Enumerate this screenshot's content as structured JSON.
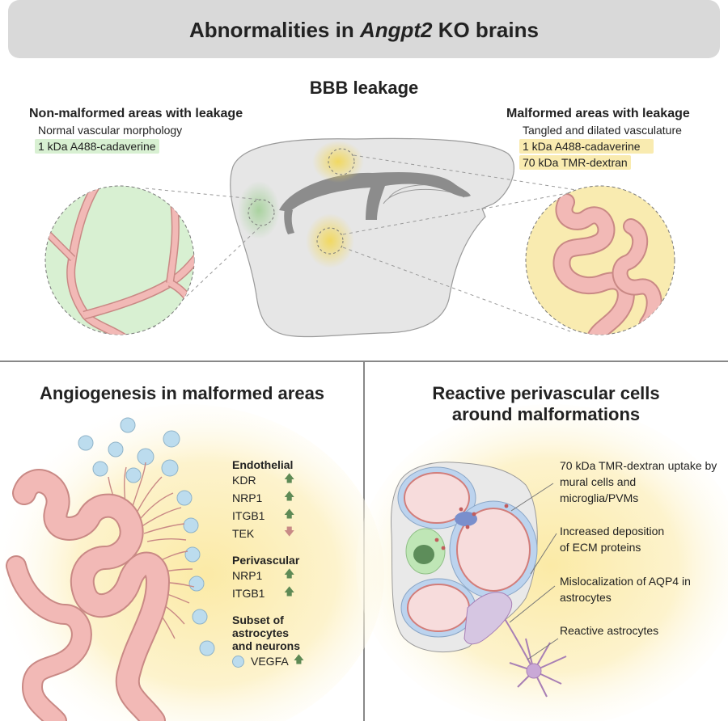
{
  "title": {
    "prefix": "Abnormalities in ",
    "gene": "Angpt2",
    "suffix": " KO brains"
  },
  "bbb": {
    "heading": "BBB leakage",
    "left": {
      "heading": "Non-malformed areas with leakage",
      "desc": "Normal vascular morphology",
      "tracer": "1 kDa A488-cadaverine"
    },
    "right": {
      "heading": "Malformed areas with leakage",
      "desc": "Tangled and dilated vasculature",
      "tracer1": "1 kDa A488-cadaverine",
      "tracer2": "70 kDa TMR-dextran"
    }
  },
  "angio": {
    "heading": "Angiogenesis in malformed areas",
    "endothelial_title": "Endothelial",
    "endothelial": [
      {
        "gene": "KDR",
        "dir": "up"
      },
      {
        "gene": "NRP1",
        "dir": "up"
      },
      {
        "gene": "ITGB1",
        "dir": "up"
      },
      {
        "gene": "TEK",
        "dir": "down"
      }
    ],
    "perivascular_title": "Perivascular",
    "perivascular": [
      {
        "gene": "NRP1",
        "dir": "up"
      },
      {
        "gene": "ITGB1",
        "dir": "up"
      }
    ],
    "subset_title_1": "Subset of astrocytes",
    "subset_title_2": "and neurons",
    "vegfa": "VEGFA"
  },
  "reactive": {
    "heading_1": "Reactive perivascular cells",
    "heading_2": "around malformations",
    "notes": [
      [
        "70 kDa TMR-dextran uptake by",
        "mural cells and",
        "microglia/PVMs"
      ],
      [
        "Increased deposition",
        "of ECM proteins"
      ],
      [
        "Mislocalization of AQP4 in",
        "astrocytes"
      ],
      [
        "Reactive astrocytes"
      ]
    ]
  },
  "colors": {
    "vessel": "#f2b9b6",
    "vessel_stroke": "#c98985",
    "green_area": "#d8f0d2",
    "yellow_area": "#f9ebb0",
    "brain": "#e6e6e6",
    "ventricle": "#8c8c8c",
    "vegfa_cell": "#bcdcee",
    "up_arrow": "#5e8a55",
    "down_arrow": "#c88a86"
  }
}
